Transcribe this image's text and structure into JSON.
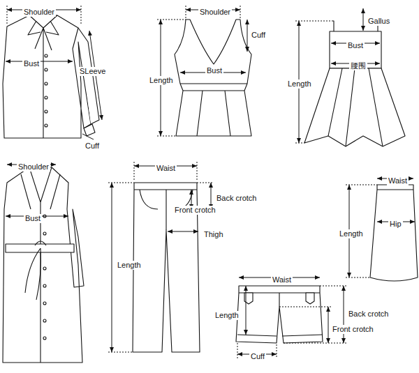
{
  "diagram": {
    "labels": [
      "Shoulder",
      "Bust",
      "SLeeve",
      "Cuff",
      "Shoulder",
      "Cuff",
      "Length",
      "Bust",
      "Gallus",
      "Bust",
      "腰围",
      "Length",
      "Shoulder",
      "Bust",
      "Waist",
      "Back crotch",
      "Front crotch",
      "Thigh",
      "Length",
      "Waist",
      "Hip",
      "Length",
      "Waist",
      "Length",
      "Back crotch",
      "Front crotch",
      "Cuff"
    ]
  }
}
